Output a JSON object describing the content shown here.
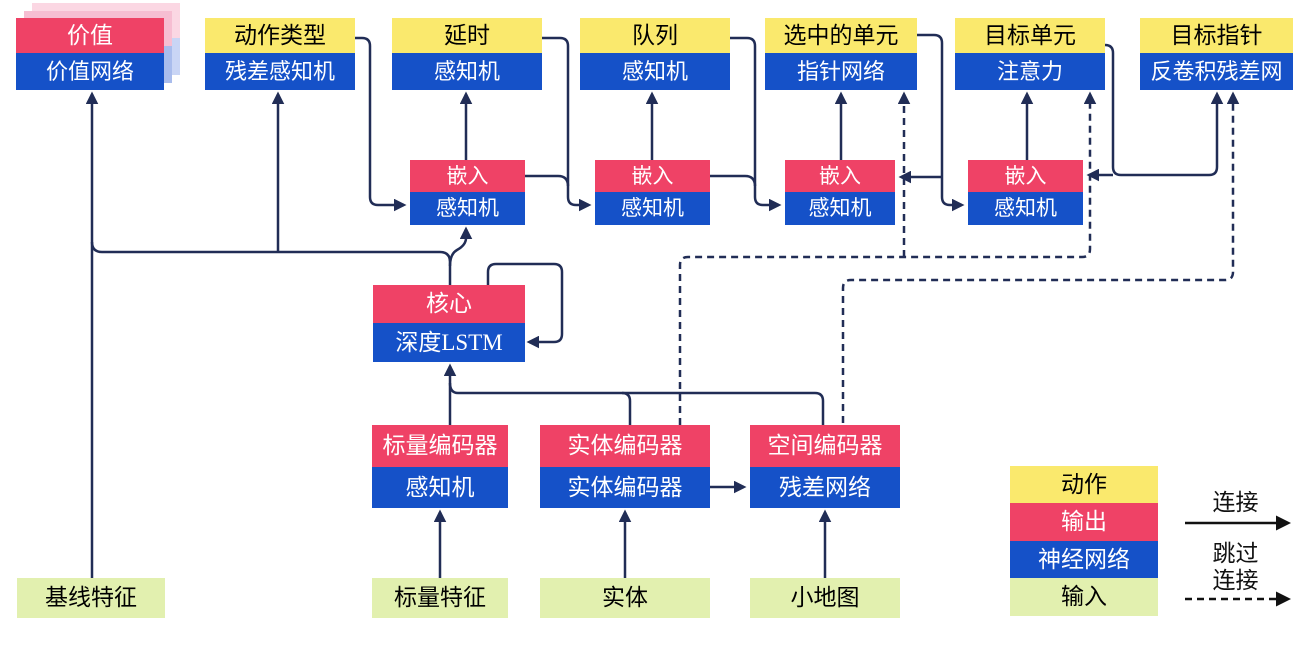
{
  "colors": {
    "action_yellow": "#FAE96D",
    "output_red": "#EF4266",
    "network_blue": "#1551C8",
    "input_green": "#E2F0AF",
    "line_navy": "#212D56",
    "legend_black": "#111111"
  },
  "nodes": {
    "value": {
      "top": "价值",
      "bottom": "价值网络"
    },
    "action_type": {
      "top": "动作类型",
      "bottom": "残差感知机"
    },
    "delay": {
      "top": "延时",
      "bottom": "感知机"
    },
    "queue": {
      "top": "队列",
      "bottom": "感知机"
    },
    "selected_units": {
      "top": "选中的单元",
      "bottom": "指针网络"
    },
    "target_unit": {
      "top": "目标单元",
      "bottom": "注意力"
    },
    "target_point": {
      "top": "目标指针",
      "bottom": "反卷积残差网"
    },
    "embed1": {
      "top": "嵌入",
      "bottom": "感知机"
    },
    "embed2": {
      "top": "嵌入",
      "bottom": "感知机"
    },
    "embed3": {
      "top": "嵌入",
      "bottom": "感知机"
    },
    "embed4": {
      "top": "嵌入",
      "bottom": "感知机"
    },
    "core": {
      "top": "核心",
      "bottom": "深度LSTM"
    },
    "scalar_encoder": {
      "top": "标量编码器",
      "bottom": "感知机"
    },
    "entity_encoder": {
      "top": "实体编码器",
      "bottom": "实体编码器"
    },
    "spatial_encoder": {
      "top": "空间编码器",
      "bottom": "残差网络"
    }
  },
  "inputs": {
    "baseline": "基线特征",
    "scalar": "标量特征",
    "entities": "实体",
    "minimap": "小地图"
  },
  "legend": {
    "action": "动作",
    "output": "输出",
    "network": "神经网络",
    "input": "输入",
    "connection": "连接",
    "skip_line1": "跳过",
    "skip_line2": "连接"
  }
}
